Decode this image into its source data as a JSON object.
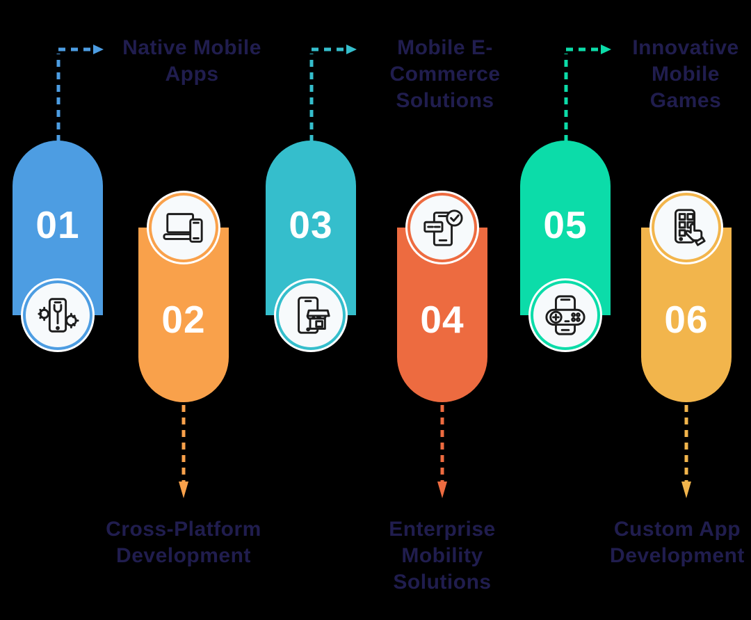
{
  "background": "#000000",
  "text_color": "#201D4E",
  "items": [
    {
      "number": "01",
      "label": "Native Mobile\nApps",
      "color": "#4D9DE2",
      "icon": "phone-wrench-icon",
      "position": "top"
    },
    {
      "number": "02",
      "label": "Cross-Platform\nDevelopment",
      "color": "#F9A14B",
      "icon": "laptop-phone-icon",
      "position": "bottom"
    },
    {
      "number": "03",
      "label": "Mobile E-\nCommerce\nSolutions",
      "color": "#35BECC",
      "icon": "phone-store-icon",
      "position": "top"
    },
    {
      "number": "04",
      "label": "Enterprise\nMobility\nSolutions",
      "color": "#ED6B40",
      "icon": "phone-check-icon",
      "position": "bottom"
    },
    {
      "number": "05",
      "label": "Innovative\nMobile\nGames",
      "color": "#0CDCA9",
      "icon": "phone-gamepad-icon",
      "position": "top"
    },
    {
      "number": "06",
      "label": "Custom App\nDevelopment",
      "color": "#F2B54C",
      "icon": "phone-tap-icon",
      "position": "bottom"
    }
  ]
}
